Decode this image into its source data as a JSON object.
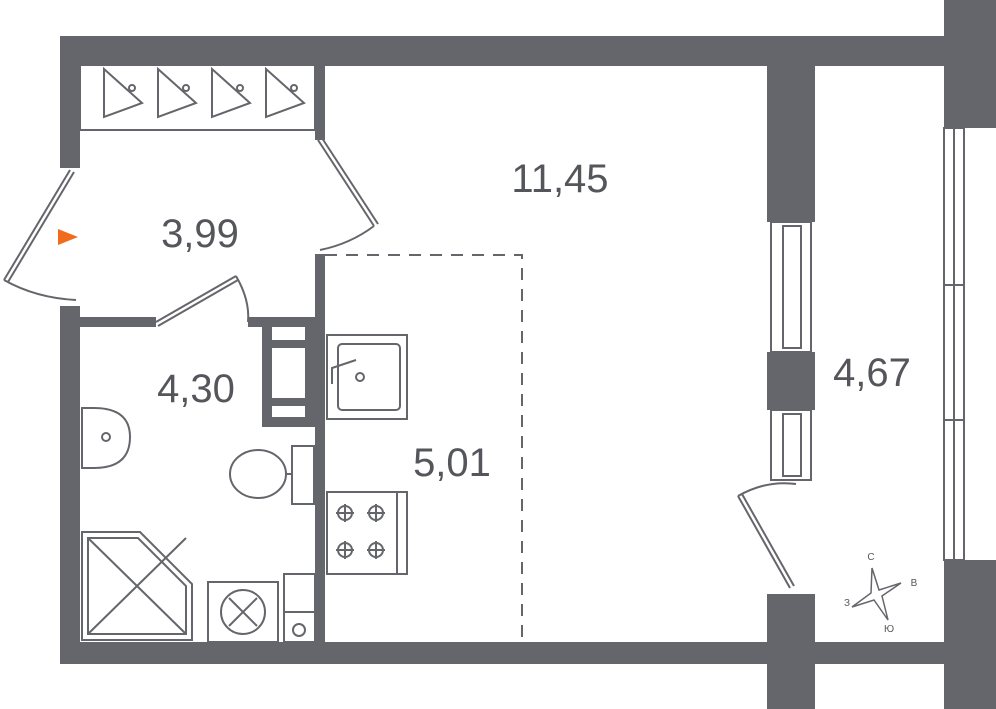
{
  "colors": {
    "wall": "#65666b",
    "line": "#65666b",
    "entrance_marker": "#f26a1b",
    "background": "#ffffff"
  },
  "rooms": {
    "hallway": "3,99",
    "living": "11,45",
    "bathroom": "4,30",
    "kitchen": "5,01",
    "balcony": "4,67"
  },
  "compass": {
    "north": "С",
    "east": "В",
    "south": "Ю",
    "west": "З"
  },
  "icons": [
    "entrance-arrow-icon",
    "hanger-icon",
    "sink-icon",
    "toilet-icon",
    "shower-icon",
    "washing-machine-icon",
    "stove-icon",
    "compass-icon"
  ]
}
